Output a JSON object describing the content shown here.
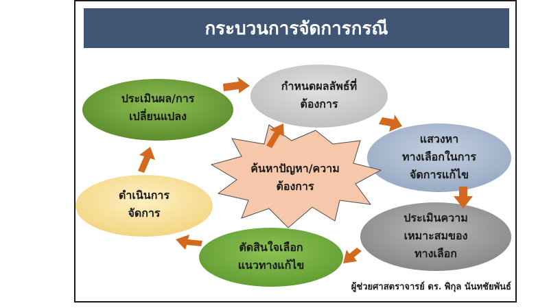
{
  "title": "กระบวนการจัดการกรณี",
  "nodes": {
    "evaluate_change": {
      "line1": "ประเมินผล/การ",
      "line2": "เปลี่ยนแปลง"
    },
    "define_outcome": {
      "line1": "กำหนดผลลัพธ์ที่",
      "line2": "ต้องการ"
    },
    "seek_options": {
      "line1": "แสวงหา",
      "line2": "ทางเลือกในการ",
      "line3": "จัดการแก้ไข"
    },
    "center_problem": {
      "line1": "ค้นหาปัญหา/ความ",
      "line2": "ต้องการ"
    },
    "execute": {
      "line1": "ดำเนินการ",
      "line2": "จัดการ"
    },
    "assess_fit": {
      "line1": "ประเมินความ",
      "line2": "เหมาะสมของ",
      "line3": "ทางเลือก"
    },
    "decide": {
      "line1": "ตัดสินใจเลือก",
      "line2": "แนวทางแก้ไข"
    }
  },
  "credit": "ผู้ช่วยศาสตราจารย์ ดร. พิกุล นันทชัยพันธ์",
  "colors": {
    "title_bg": "#3f5573",
    "green": "#6a9a35",
    "gray_light": "#c9c9c9",
    "blue_gray": "#a7b6cc",
    "star": "#f6c7ab",
    "yellow": "#f8e19a",
    "gray_dark": "#9a9a9a",
    "arrow": "#d2691e"
  }
}
